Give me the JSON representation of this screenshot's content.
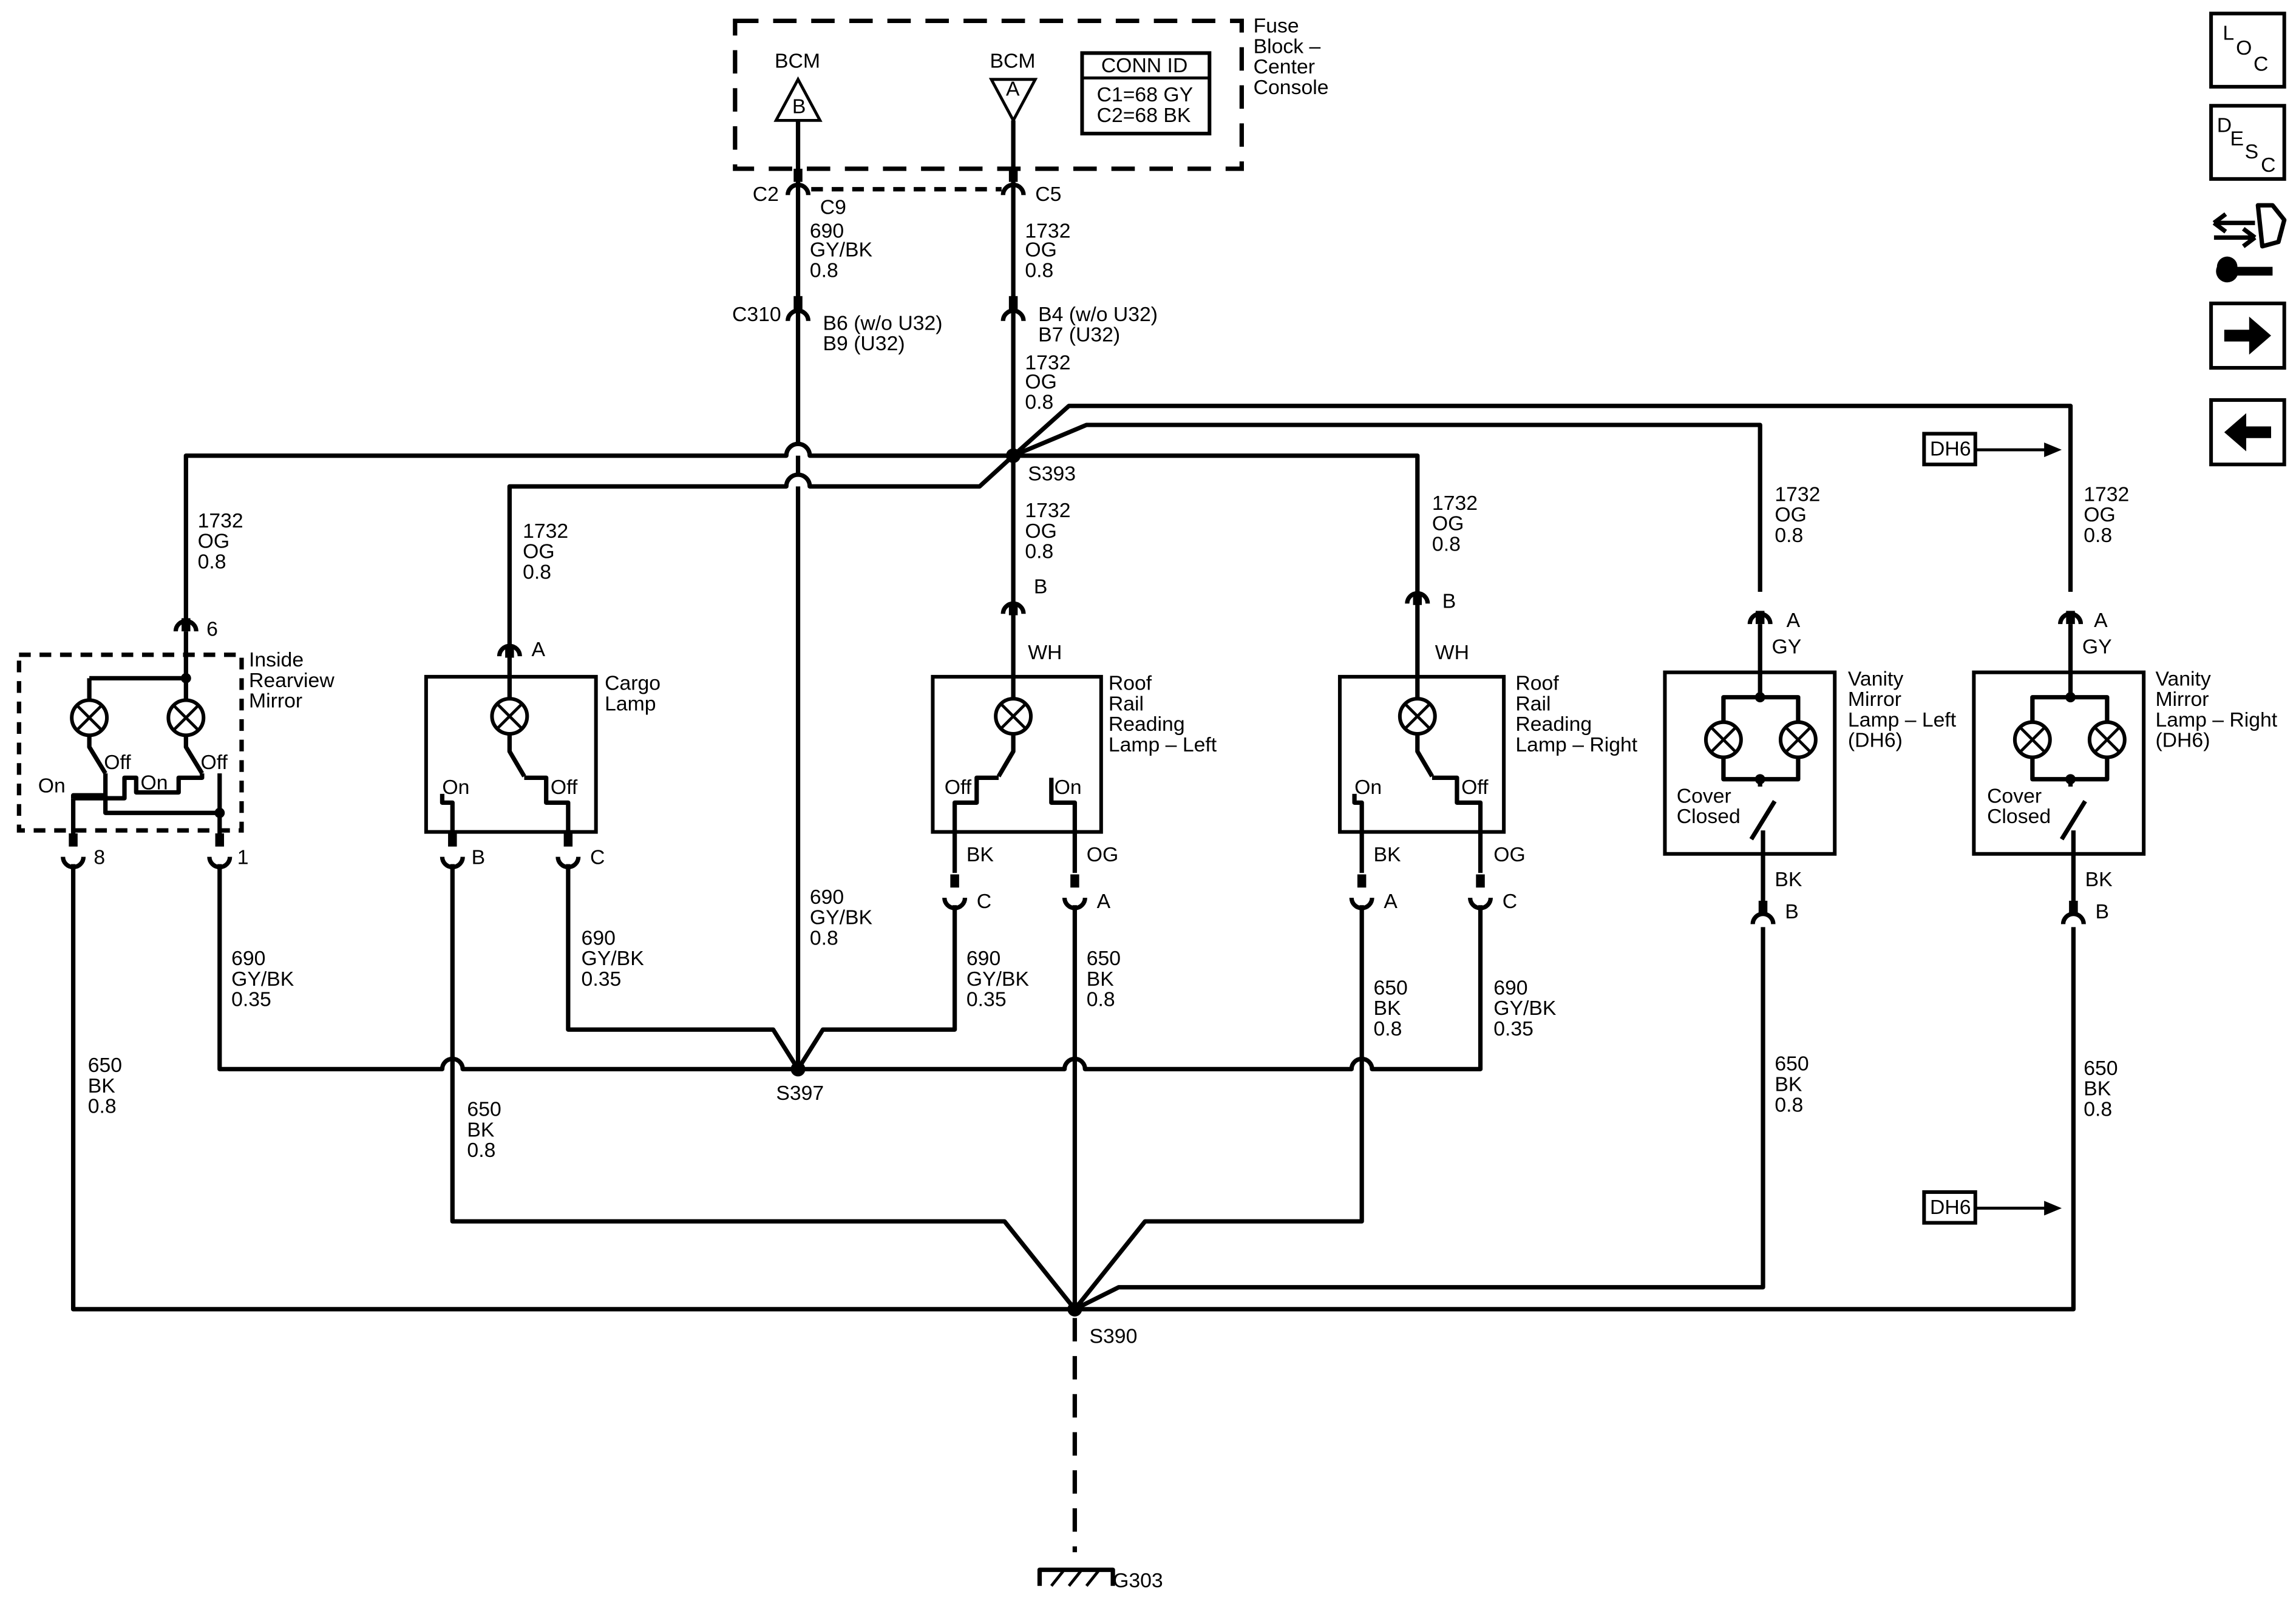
{
  "fuse_block": {
    "title_lines": [
      "Fuse",
      "Block –",
      "Center",
      "Console"
    ],
    "bcm_b": {
      "label": "BCM",
      "pin": "B"
    },
    "bcm_a": {
      "label": "BCM",
      "pin": "A"
    },
    "conn_id": {
      "title": "CONN ID",
      "lines": [
        "C1=68 GY",
        "C2=68 BK"
      ]
    }
  },
  "connectors": {
    "c2": "C2",
    "c9": "C9",
    "c5": "C5",
    "c310": "C310",
    "b6": "B6 (w/o U32)",
    "b9": "B9 (U32)",
    "b4": "B4 (w/o U32)",
    "b7": "B7 (U32)"
  },
  "wires": {
    "left_upper": [
      "690",
      "GY/BK",
      "0.8"
    ],
    "right_upper": [
      "1732",
      "OG",
      "0.8"
    ],
    "right_mid": [
      "1732",
      "OG",
      "0.8"
    ],
    "mirror_feed": [
      "1732",
      "OG",
      "0.8"
    ],
    "cargo_feed": [
      "1732",
      "OG",
      "0.8"
    ],
    "roof_left_feed": [
      "1732",
      "OG",
      "0.8"
    ],
    "roof_right_feed": [
      "1732",
      "OG",
      "0.8"
    ],
    "vanity_left_feed": [
      "1732",
      "OG",
      "0.8"
    ],
    "vanity_right_feed": [
      "1732",
      "OG",
      "0.8"
    ],
    "center_690": [
      "690",
      "GY/BK",
      "0.8"
    ],
    "mirror_690": [
      "690",
      "GY/BK",
      "0.35"
    ],
    "cargo_690": [
      "690",
      "GY/BK",
      "0.35"
    ],
    "roof_left_690": [
      "690",
      "GY/BK",
      "0.35"
    ],
    "roof_left_650": [
      "650",
      "BK",
      "0.8"
    ],
    "roof_right_650": [
      "650",
      "BK",
      "0.8"
    ],
    "roof_right_690": [
      "690",
      "GY/BK",
      "0.35"
    ],
    "mirror_650": [
      "650",
      "BK",
      "0.8"
    ],
    "cargo_650": [
      "650",
      "BK",
      "0.8"
    ],
    "vanity_left_650": [
      "650",
      "BK",
      "0.8"
    ],
    "vanity_right_650": [
      "650",
      "BK",
      "0.8"
    ]
  },
  "splices": {
    "s393": "S393",
    "s397": "S397",
    "s390": "S390",
    "g303": "G303"
  },
  "components": {
    "inside_mirror": {
      "name_lines": [
        "Inside",
        "Rearview",
        "Mirror"
      ],
      "pin_top": "6",
      "pin_left": "8",
      "pin_right": "1",
      "on1": "On",
      "off1": "Off",
      "on2": "On",
      "off2": "Off"
    },
    "cargo_lamp": {
      "name_lines": [
        "Cargo",
        "Lamp"
      ],
      "pin_top": "A",
      "pin_left": "B",
      "pin_right": "C",
      "sw_left": "On",
      "sw_right": "Off"
    },
    "roof_left": {
      "name_lines": [
        "Roof",
        "Rail",
        "Reading",
        "Lamp – Left"
      ],
      "pin_top": "B",
      "wire_top": "WH",
      "pin_left": "C",
      "pin_right": "A",
      "wire_left": "BK",
      "wire_right": "OG",
      "sw_left": "Off",
      "sw_right": "On"
    },
    "roof_right": {
      "name_lines": [
        "Roof",
        "Rail",
        "Reading",
        "Lamp – Right"
      ],
      "pin_top": "B",
      "wire_top": "WH",
      "pin_left": "A",
      "pin_right": "C",
      "wire_left": "BK",
      "wire_right": "OG",
      "sw_left": "On",
      "sw_right": "Off"
    },
    "vanity_left": {
      "name_lines": [
        "Vanity",
        "Mirror",
        "Lamp – Left",
        "(DH6)"
      ],
      "pin_top": "A",
      "wire_top": "GY",
      "pin_bottom": "B",
      "wire_bottom": "BK",
      "switch_lines": [
        "Cover",
        "Closed"
      ]
    },
    "vanity_right": {
      "name_lines": [
        "Vanity",
        "Mirror",
        "Lamp – Right",
        "(DH6)"
      ],
      "pin_top": "A",
      "wire_top": "GY",
      "pin_bottom": "B",
      "wire_bottom": "BK",
      "switch_lines": [
        "Cover",
        "Closed"
      ]
    }
  },
  "option_refs": {
    "top": "DH6",
    "bottom": "DH6"
  },
  "nav_icons": {
    "loc": [
      "L",
      "O",
      "C"
    ],
    "desc": [
      "D",
      "E",
      "S",
      "C"
    ],
    "items": [
      "loc-icon",
      "desc-icon",
      "connector-tool-icon",
      "next-arrow-icon",
      "previous-arrow-icon"
    ]
  }
}
